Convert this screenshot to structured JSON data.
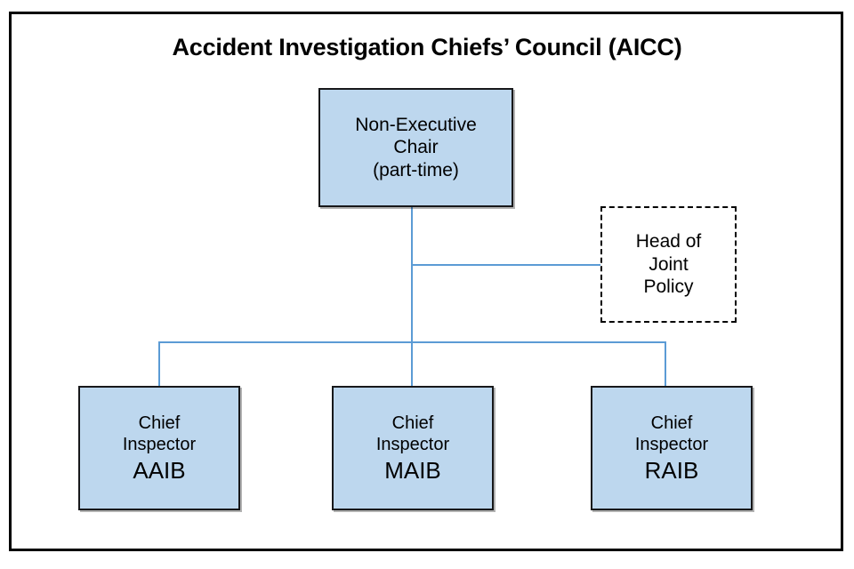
{
  "title": "Accident Investigation Chiefs’ Council (AICC)",
  "colors": {
    "box_fill": "#BDD7EE",
    "box_border": "#17181A",
    "connector": "#5B9BD5",
    "frame": "#000000",
    "text": "#000000",
    "background": "#FFFFFF"
  },
  "nodes": {
    "chair": {
      "line1": "Non-Executive",
      "line2": "Chair",
      "line3": "(part-time)",
      "style": "solid"
    },
    "policy": {
      "line1": "Head of",
      "line2": "Joint",
      "line3": "Policy",
      "style": "dashed"
    },
    "aaib": {
      "line1": "Chief",
      "line2": "Inspector",
      "line3": "AAIB",
      "style": "solid"
    },
    "maib": {
      "line1": "Chief",
      "line2": "Inspector",
      "line3": "MAIB",
      "style": "solid"
    },
    "raib": {
      "line1": "Chief",
      "line2": "Inspector",
      "line3": "RAIB",
      "style": "solid"
    }
  },
  "chart_data": {
    "type": "diagram",
    "diagram_type": "organization-chart",
    "title": "Accident Investigation Chiefs’ Council (AICC)",
    "nodes": [
      {
        "id": "chair",
        "label": "Non-Executive Chair (part-time)",
        "level": 0,
        "style": "solid-blue"
      },
      {
        "id": "policy",
        "label": "Head of Joint Policy",
        "level": 1,
        "style": "dashed-white"
      },
      {
        "id": "aaib",
        "label": "Chief Inspector AAIB",
        "level": 2,
        "style": "solid-blue"
      },
      {
        "id": "maib",
        "label": "Chief Inspector MAIB",
        "level": 2,
        "style": "solid-blue"
      },
      {
        "id": "raib",
        "label": "Chief Inspector RAIB",
        "level": 2,
        "style": "solid-blue"
      }
    ],
    "edges": [
      {
        "from": "chair",
        "to": "policy",
        "type": "lateral-staff"
      },
      {
        "from": "chair",
        "to": "aaib",
        "type": "hierarchy"
      },
      {
        "from": "chair",
        "to": "maib",
        "type": "hierarchy"
      },
      {
        "from": "chair",
        "to": "raib",
        "type": "hierarchy"
      }
    ]
  }
}
